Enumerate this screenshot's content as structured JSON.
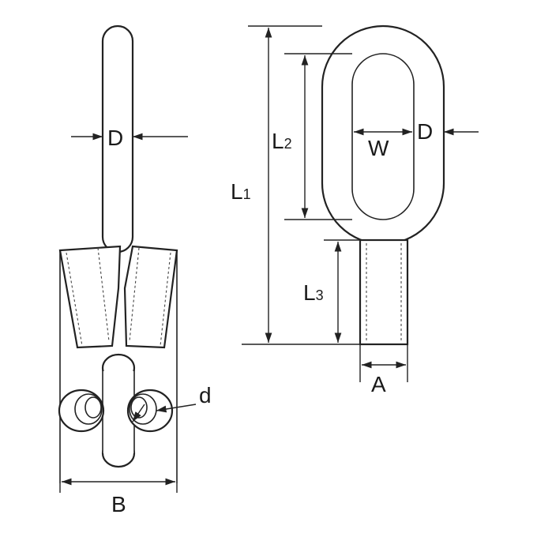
{
  "labels": {
    "side_d": "D",
    "front_d": "D",
    "w": "W",
    "l1_main": "L",
    "l1_sub": "1",
    "l2_main": "L",
    "l2_sub": "2",
    "l3_main": "L",
    "l3_sub": "3",
    "a": "A",
    "b": "B",
    "wire_d": "d"
  },
  "colors": {
    "line": "#222222",
    "background": "#ffffff"
  }
}
